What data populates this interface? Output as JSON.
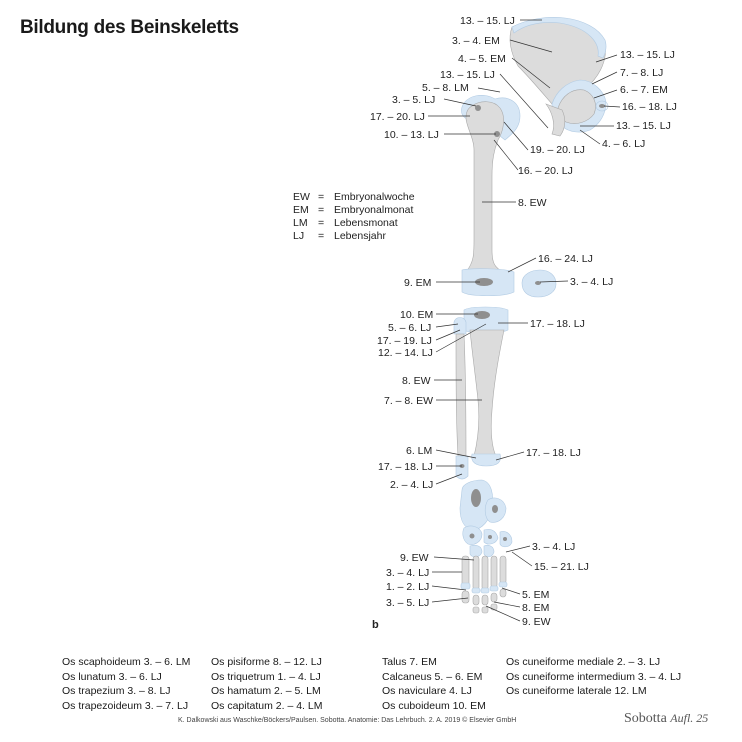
{
  "title": "Bildung des Beinskeletts",
  "figure_letter": "b",
  "legend": [
    {
      "abbr": "EW",
      "eq": "=",
      "text": "Embryonalwoche"
    },
    {
      "abbr": "EM",
      "eq": "=",
      "text": "Embryonalmonat"
    },
    {
      "abbr": "LM",
      "eq": "=",
      "text": "Lebensmonat"
    },
    {
      "abbr": "LJ",
      "eq": "=",
      "text": "Lebensjahr"
    }
  ],
  "labels": {
    "l1": "13. – 15. LJ",
    "l2": "3. – 4. EM",
    "l3": "13. – 15. LJ",
    "l4": "4. – 5. EM",
    "l5": "7. – 8. LJ",
    "l6": "13. – 15. LJ",
    "l7": "6. – 7. EM",
    "l8": "5. – 8. LM",
    "l9": "16. – 18. LJ",
    "l10": "3. – 5. LJ",
    "l11": "17. – 20. LJ",
    "l12": "13. – 15. LJ",
    "l13": "10. – 13. LJ",
    "l14": "4. – 6. LJ",
    "l15": "19. – 20. LJ",
    "l16": "16. – 20. LJ",
    "l17": "8. EW",
    "l18": "16. – 24. LJ",
    "l19": "9. EM",
    "l20": "3. – 4. LJ",
    "l21": "10. EM",
    "l22": "5. – 6. LJ",
    "l23": "17. – 18. LJ",
    "l24": "17. – 19. LJ",
    "l25": "12. – 14. LJ",
    "l26": "8. EW",
    "l27": "7. – 8. EW",
    "l28": "6. LM",
    "l29": "17. – 18. LJ",
    "l30": "17. – 18. LJ",
    "l31": "2. – 4. LJ",
    "l32": "3. – 4. LJ",
    "l33": "9. EW",
    "l34": "15. – 21. LJ",
    "l35": "3. – 4. LJ",
    "l36": "1. – 2. LJ",
    "l37": "5. EM",
    "l38": "3. – 5. LJ",
    "l39": "8. EM",
    "l40": "9. EW"
  },
  "ossification_columns": [
    [
      "Os scaphoideum 3. – 6. LM",
      "Os lunatum 3. – 6. LJ",
      "Os trapezium 3. – 8. LJ",
      "Os trapezoideum 3. – 7. LJ"
    ],
    [
      "Os pisiforme 8. – 12. LJ",
      "Os triquetrum 1. – 4. LJ",
      "Os hamatum 2. – 5. LM",
      "Os capitatum 2. – 4. LM"
    ],
    [
      "Talus 7. EM",
      "Calcaneus 5. – 6. EM",
      "Os naviculare 4. LJ",
      "Os cuboideum 10. EM"
    ],
    [
      "Os cuneiforme mediale 2. – 3. LJ",
      "Os cuneiforme intermedium 3. – 4. LJ",
      "Os cuneiforme laterale 12. LM"
    ]
  ],
  "credit": "K. Dalkowski aus Waschke/Böckers/Paulsen. Sobotta. Anatomie: Das Lehrbuch. 2. A. 2019 © Elsevier GmbH",
  "brand": {
    "name": "Sobotta",
    "edition": "Aufl. 25"
  }
}
